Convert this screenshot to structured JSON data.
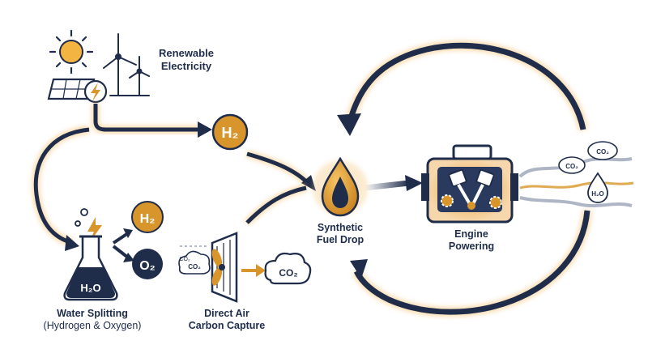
{
  "colors": {
    "navy": "#1f2c4a",
    "gold": "#d8952b",
    "glow": "#f6c67a",
    "smoke": "#9aa3b5"
  },
  "renewable": {
    "line1": "Renewable",
    "line2": "Electricity",
    "icons": [
      "sun-icon",
      "solar-panel-icon",
      "wind-turbine-icon",
      "lightning-icon"
    ]
  },
  "hydrogen_badge": {
    "text": "H₂"
  },
  "water_splitting": {
    "title": "Water Splitting",
    "subtitle": "(Hydrogen & Oxygen)",
    "flask_text": "H₂O",
    "outputs": [
      "H₂",
      "O₂"
    ]
  },
  "direct_air_capture": {
    "line1": "Direct Air",
    "line2": "Carbon Capture",
    "intake_labels": [
      "CO₂",
      "CO₂"
    ],
    "output_label": "CO₂"
  },
  "synthetic_fuel": {
    "line1": "Synthetic",
    "line2": "Fuel Drop"
  },
  "engine": {
    "line1": "Engine",
    "line2": "Powering"
  },
  "exhaust": {
    "labels": [
      "CO₂",
      "CO₂",
      "H₂O"
    ]
  }
}
